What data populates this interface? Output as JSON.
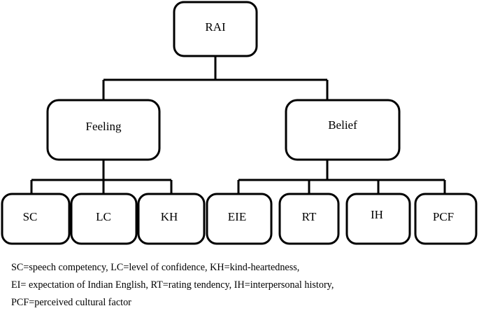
{
  "diagram": {
    "root": "RAI",
    "feeling": "Feeling",
    "belief": "Belief",
    "sc": "SC",
    "lc": "LC",
    "kh": "KH",
    "eie": "EIE",
    "rt": "RT",
    "ih": "IH",
    "pcf": "PCF"
  },
  "legend": {
    "line1": "SC=speech competency, LC=level of confidence, KH=kind-heartedness,",
    "line2": "EI= expectation of Indian English, RT=rating tendency, IH=interpersonal history,",
    "line3": "PCF=perceived cultural factor"
  }
}
